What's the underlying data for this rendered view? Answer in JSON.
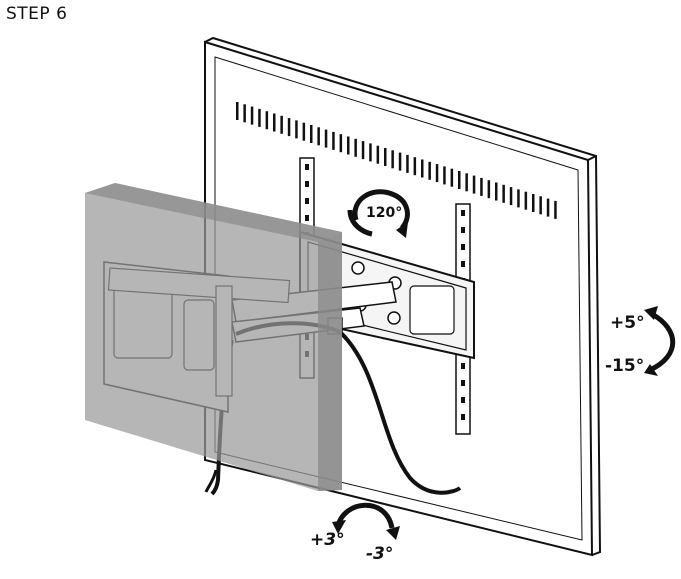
{
  "step_label": "STEP 6",
  "rotation": {
    "swivel": "120°"
  },
  "tilt": {
    "up": "+5°",
    "down": "-15°"
  },
  "level": {
    "left": "+3°",
    "right": "-3°"
  }
}
